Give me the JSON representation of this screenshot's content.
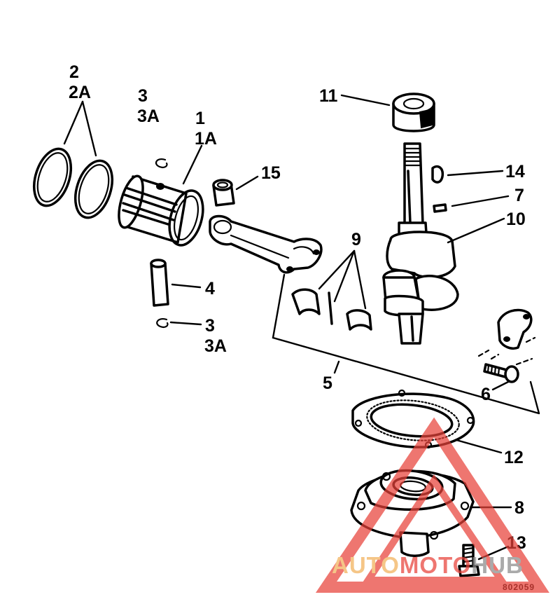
{
  "callouts": {
    "c1": "1",
    "c1a": "1A",
    "c2": "2",
    "c2a": "2A",
    "c3_top": "3",
    "c3a_top": "3A",
    "c3_bottom": "3",
    "c3a_bottom": "3A",
    "c4": "4",
    "c5": "5",
    "c6": "6",
    "c7": "7",
    "c8": "8",
    "c9": "9",
    "c10": "10",
    "c11": "11",
    "c12": "12",
    "c13": "13",
    "c14": "14",
    "c15": "15"
  },
  "figure_number": "802059",
  "watermark": {
    "auto": "AUTO",
    "moto": "MOTO",
    "hub": "HUB",
    "colors": {
      "primary": "#e8423a",
      "secondary": "#f2b15a",
      "dark": "#8a8a8a"
    }
  }
}
